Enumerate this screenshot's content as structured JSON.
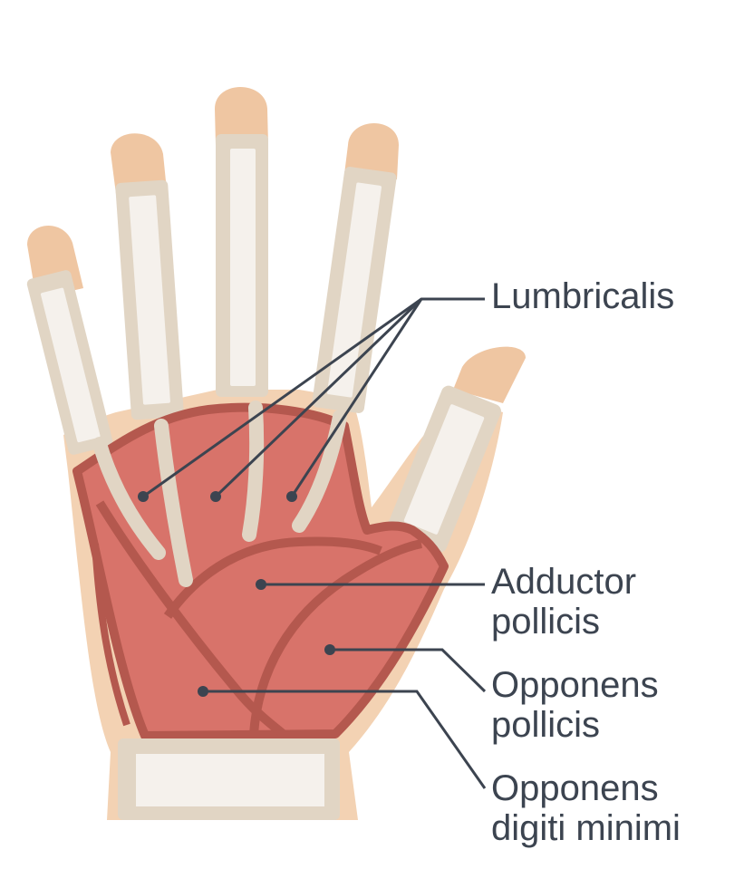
{
  "labels": {
    "lumbricalis": "Lumbricalis",
    "adductor_pollicis": [
      "Adductor",
      "pollicis"
    ],
    "opponens_pollicis": [
      "Opponens",
      "pollicis"
    ],
    "opponens_digiti_minimi": [
      "Opponens",
      "digiti minimi"
    ]
  },
  "colors": {
    "skin": "#f3d2b3",
    "fingertip": "#efc6a2",
    "tendon_sheath": "#e1d5c4",
    "tendon": "#f5f1ec",
    "muscle": "#d8736a",
    "muscle_border": "#b4584e",
    "leader_line": "#3c4450"
  }
}
